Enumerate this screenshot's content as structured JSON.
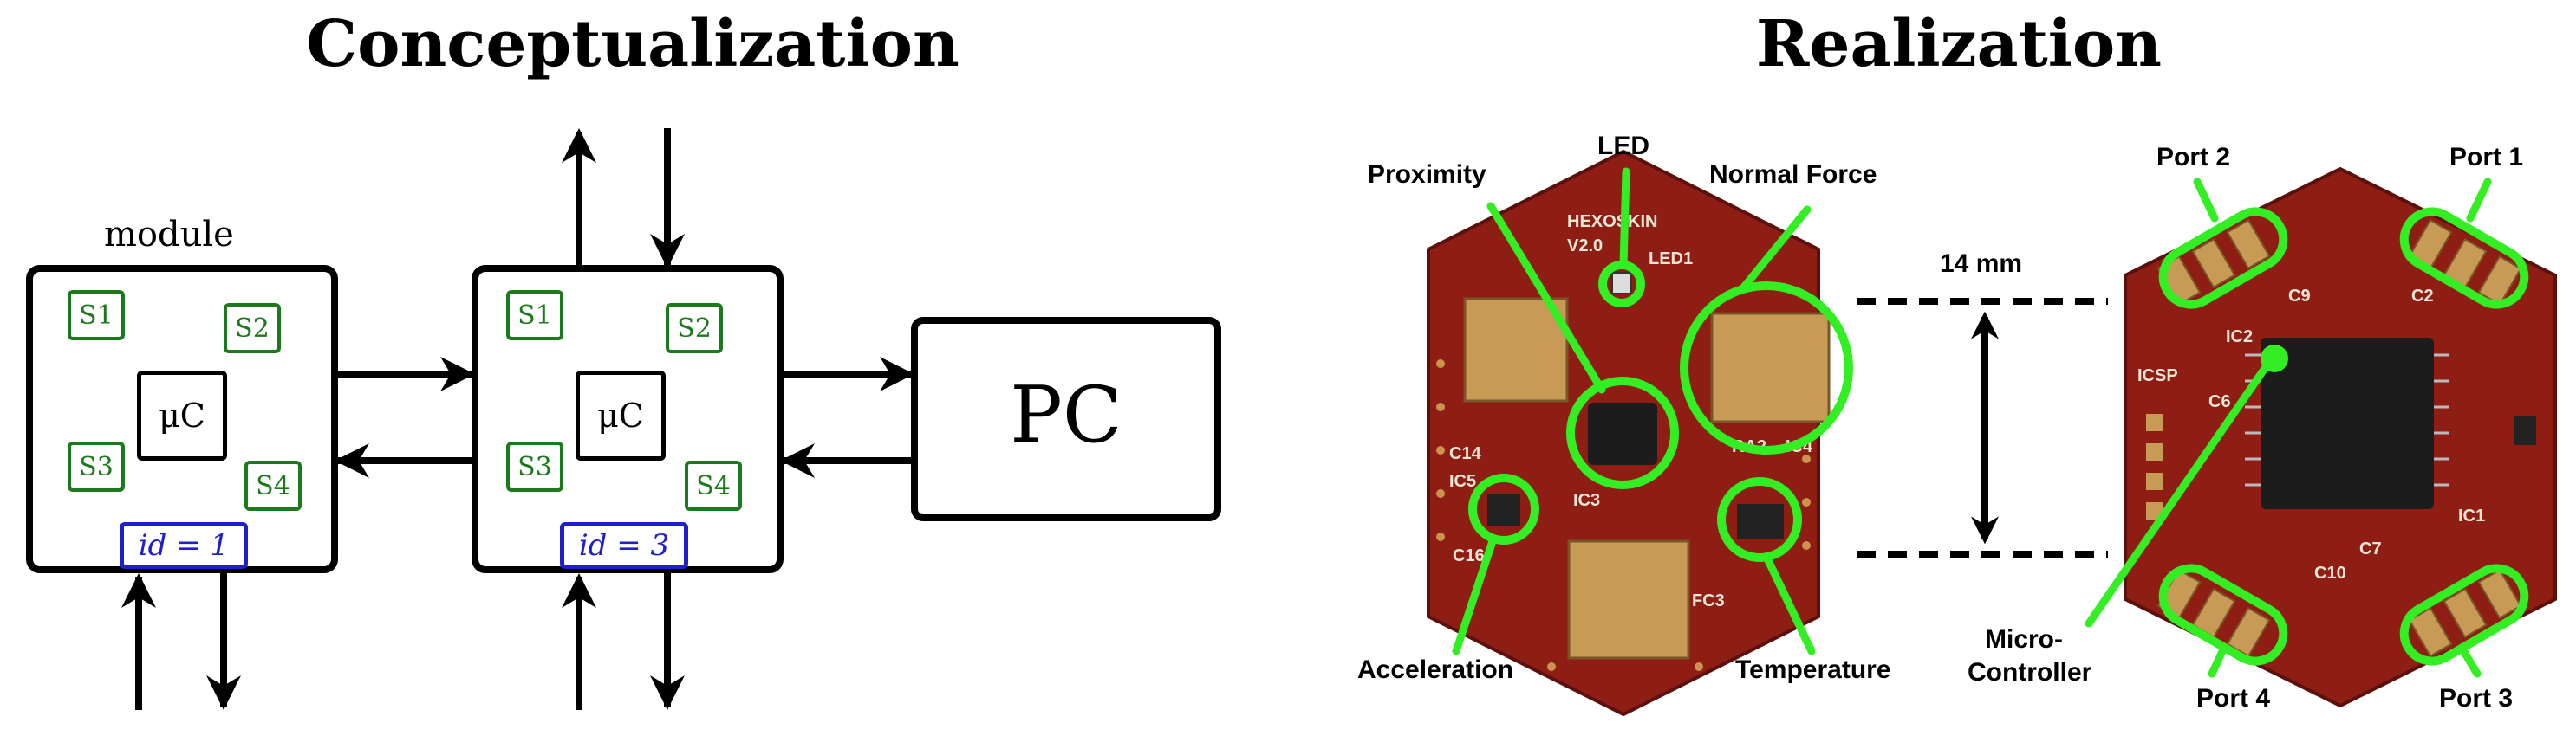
{
  "titles": {
    "left": "Conceptualization",
    "right": "Realization"
  },
  "concept": {
    "module_label": "module",
    "module_left": {
      "sensors": [
        "S1",
        "S2",
        "S3",
        "S4"
      ],
      "mcu": "μC",
      "id": "id = 1"
    },
    "module_right": {
      "sensors": [
        "S1",
        "S2",
        "S3",
        "S4"
      ],
      "mcu": "μC",
      "id": "id = 3"
    },
    "pc": "PC"
  },
  "realization": {
    "labels": {
      "proximity": "Proximity",
      "led": "LED",
      "normal_force": "Normal Force",
      "acceleration": "Acceleration",
      "temperature": "Temperature",
      "size": "14 mm",
      "micro_controller_1": "Micro-",
      "micro_controller_2": "Controller",
      "port1": "Port 1",
      "port2": "Port 2",
      "port3": "Port 3",
      "port4": "Port 4"
    },
    "board_text": {
      "hexoskin": "HEXOSKIN",
      "version": "V2.0",
      "led1": "LED1",
      "ic3": "IC3",
      "ic4": "IC4",
      "ic5": "IC5",
      "ra2": "RA2",
      "c14": "C14",
      "c16": "C16",
      "c9": "C9",
      "c2": "C2",
      "c6": "C6",
      "c7": "C7",
      "c10": "C10",
      "ic2": "IC2",
      "ic1": "IC1",
      "icsp": "ICSP",
      "fc3": "FC3"
    },
    "colors": {
      "highlight": "#33ee22",
      "pcb": "#8e1d14",
      "pad": "#c79a55"
    }
  }
}
